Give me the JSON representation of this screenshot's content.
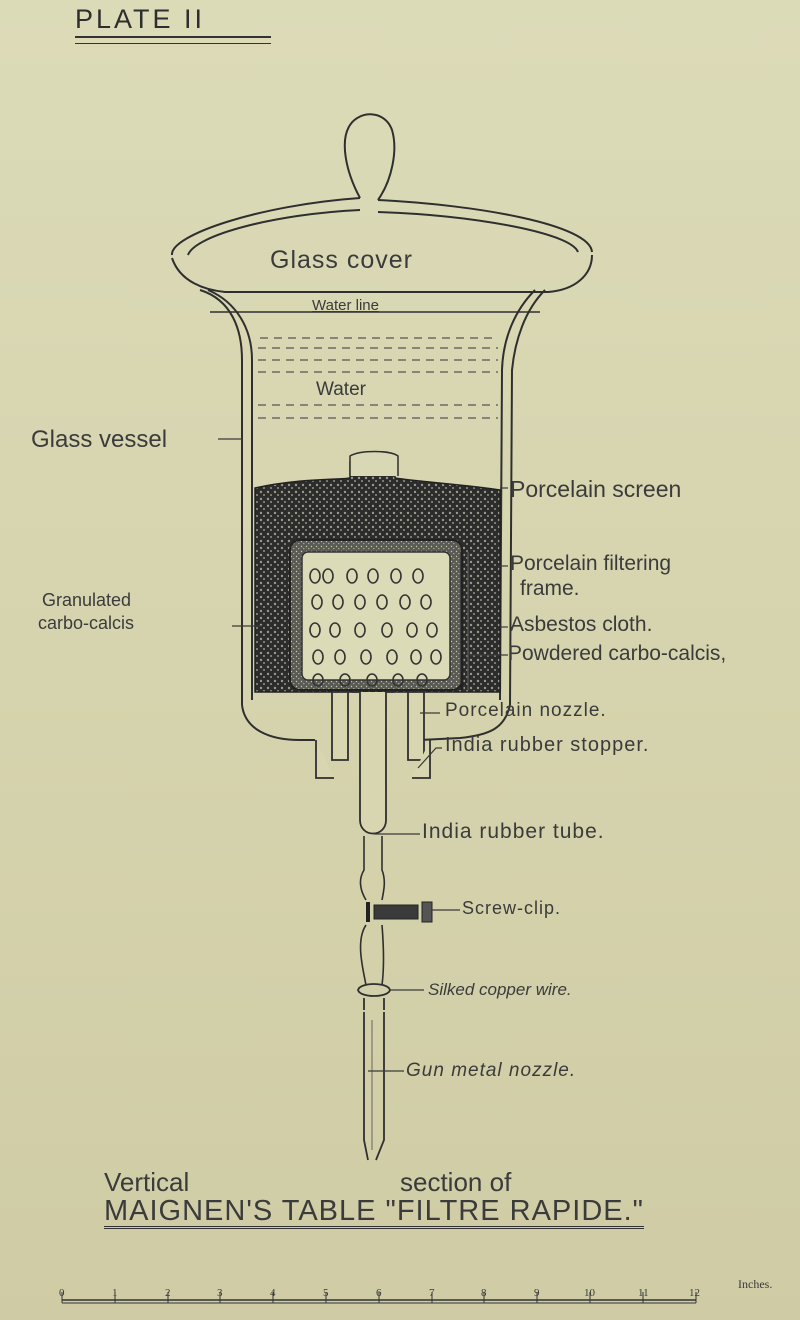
{
  "plate": {
    "label": "PLATE II"
  },
  "labels": {
    "glass_cover": "Glass cover",
    "water_line": "Water line",
    "water": "Water",
    "glass_vessel": "Glass vessel",
    "porcelain_screen": "Porcelain screen",
    "granulated_line1": "Granulated",
    "granulated_line2": "carbo-calcis",
    "filtering_frame_line1": "Porcelain filtering",
    "filtering_frame_line2": "frame.",
    "asbestos": "Asbestos cloth.",
    "powdered": "Powdered carbo-calcis,",
    "porcelain_nozzle": "Porcelain nozzle.",
    "rubber_stopper": "India rubber stopper.",
    "rubber_tube": "India rubber tube.",
    "screw_clip": "Screw-clip.",
    "silked_wire": "Silked copper wire.",
    "gun_metal": "Gun metal nozzle."
  },
  "caption": {
    "line1a": "Vertical",
    "line1b": "section of",
    "line2": "MAIGNEN'S TABLE \"FILTRE RAPIDE.\""
  },
  "scale": {
    "unit": "Inches.",
    "ticks": [
      "0",
      "1",
      "2",
      "3",
      "4",
      "5",
      "6",
      "7",
      "8",
      "9",
      "10",
      "11",
      "12"
    ]
  }
}
